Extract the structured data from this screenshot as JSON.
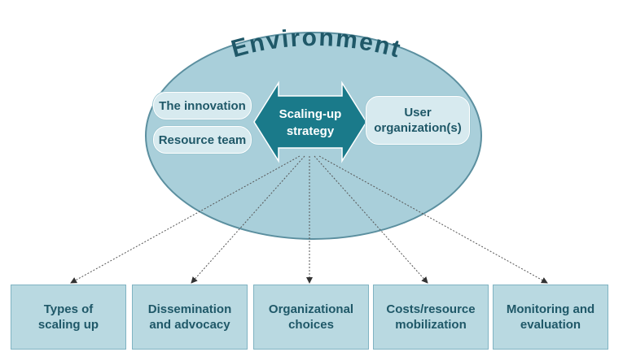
{
  "diagram": {
    "environment_label": "Environment",
    "center": {
      "line1": "Scaling-up",
      "line2": "strategy"
    },
    "inner_left": [
      {
        "id": "innovation",
        "label": "The innovation"
      },
      {
        "id": "resource",
        "label": "Resource team"
      }
    ],
    "inner_right": {
      "id": "user-org",
      "label": "User\norganization(s)"
    },
    "bottom_boxes": [
      {
        "id": "types",
        "label": "Types of\nscaling up"
      },
      {
        "id": "dissemination",
        "label": "Dissemination\nand advocacy"
      },
      {
        "id": "organizational",
        "label": "Organizational\nchoices"
      },
      {
        "id": "costs",
        "label": "Costs/resource\nmobilization"
      },
      {
        "id": "monitoring",
        "label": "Monitoring and\nevaluation"
      }
    ],
    "colors": {
      "ellipse_fill": "#a9cfda",
      "ellipse_stroke": "#5b8f9f",
      "arrow_fill": "#1a7a8a",
      "text_dark": "#1f5868",
      "box_fill": "#b9d9e1",
      "pill_fill": "#d7eaef"
    }
  }
}
